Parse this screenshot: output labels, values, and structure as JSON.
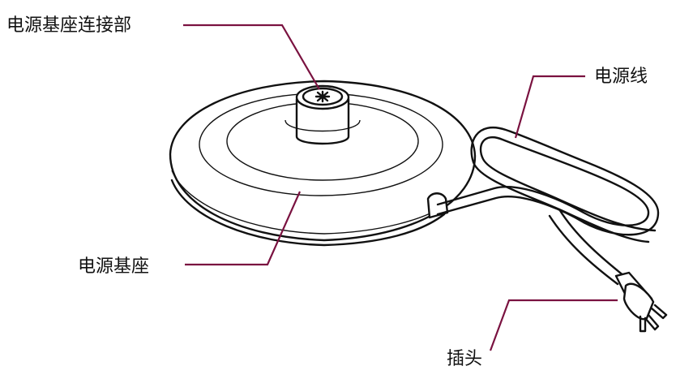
{
  "labels": {
    "connector": "电源基座连接部",
    "cord": "电源线",
    "base": "电源基座",
    "plug": "插头"
  },
  "colors": {
    "leader": "#7a1240",
    "ink": "#111111",
    "background": "#ffffff"
  }
}
